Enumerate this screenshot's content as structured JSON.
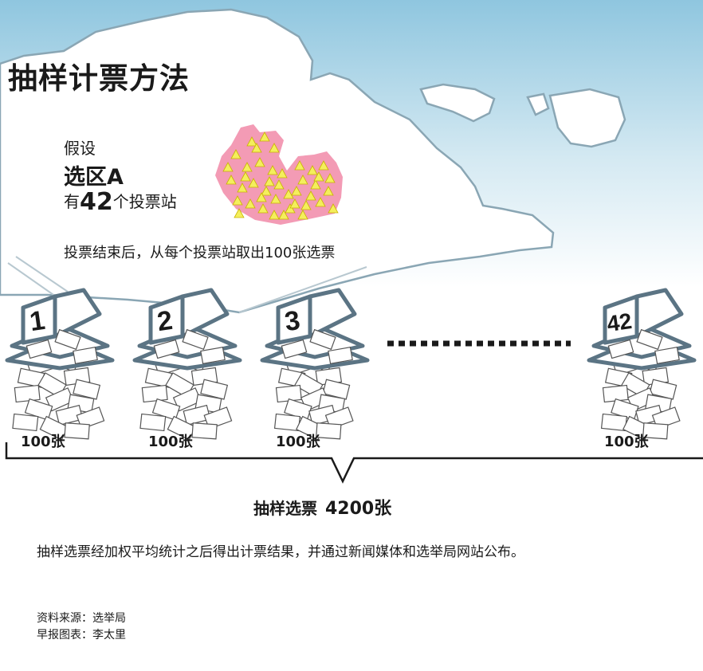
{
  "title": "抽样计票方法",
  "assumption": {
    "label": "假设",
    "district": "选区A",
    "stations_prefix": "有",
    "stations_count": "42",
    "stations_suffix": "个投票站"
  },
  "instruction": "投票结束后，从每个投票站取出100张选票",
  "boxes": [
    {
      "number": "1",
      "count_label": "100张"
    },
    {
      "number": "2",
      "count_label": "100张"
    },
    {
      "number": "3",
      "count_label": "100张"
    },
    {
      "number": "42",
      "count_label": "100张"
    }
  ],
  "summary": {
    "label": "抽样选票",
    "value": "4200张"
  },
  "result_text": "抽样选票经加权平均统计之后得出计票结果，并通过新闻媒体和选举局网站公布。",
  "source": {
    "line1": "资料来源：选举局",
    "line2": "早报图表：李太里"
  },
  "colors": {
    "sky_top": "#8fc6df",
    "map_outline": "#8aa6b4",
    "district_fill": "#f39bb5",
    "station_marker": "#f4ef5c",
    "box_border": "#5b7484",
    "box_fill": "#ffffff",
    "ballot_border": "#555555"
  },
  "icons": [
    "singapore-map-outline",
    "polling-station-triangle-icon",
    "ballot-box-icon",
    "ballot-paper-icon"
  ]
}
